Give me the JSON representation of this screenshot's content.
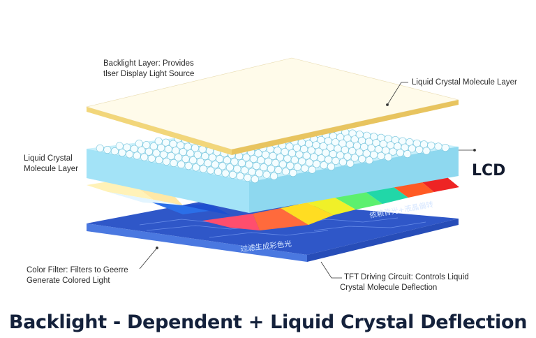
{
  "labels": {
    "backlight_line1": "Backlight Layer: Provides",
    "backlight_line2": "tlser Display Light Source",
    "lc_right": "Liquid Crystal Molecule Layer",
    "lc_left_line1": "Liquid Crystal",
    "lc_left_line2": "Molecule Layer",
    "color_filter_line1": "Color Filter:  Filters to Geerre",
    "color_filter_line2": "Generate Colored Light",
    "tft_line1": "TFT Driving Circuit: Controls Liquid",
    "tft_line2": "Crystal Molecule Deflection",
    "lcd": "LCD"
  },
  "circuit_text": {
    "left": "过滤生成彩色光",
    "right": "依赖背光+液晶偏转"
  },
  "caption": "Backlight - Dependent + Liquid Crystal Deflection",
  "colors": {
    "backlight_top": "#fffbea",
    "backlight_edge": "#f2d67a",
    "lc_top": "#c9f0fb",
    "lc_front": "#a3e3f7",
    "tft_top": "#2f57c8",
    "tft_front": "#4a78e0",
    "filter_left": [
      "#fff2b8",
      "#ffe8a6",
      "#e3f5ff"
    ],
    "filter_stripes": [
      "#2b6fe8",
      "#1e4fd0",
      "#ff4e6d",
      "#ff6a3c",
      "#ffdd22",
      "#f0f028",
      "#5cf06e",
      "#21d7a8",
      "#ff5a24",
      "#ee2424"
    ]
  }
}
